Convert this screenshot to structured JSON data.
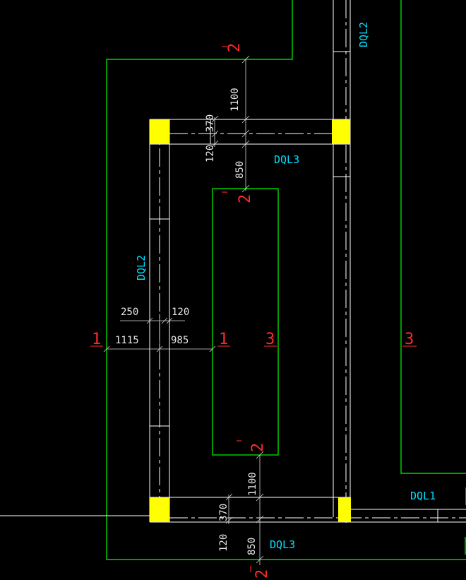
{
  "colors": {
    "background": "#000000",
    "outline": "#00ff00",
    "beam_label": "#00e0ff",
    "column": "#ffff00",
    "section_mark": "#ff2a2a",
    "dimension": "#e6e6e6"
  },
  "beam_labels": {
    "dql2_top": "DQL2",
    "dql2_left": "DQL2",
    "dql3_upper": "DQL3",
    "dql3_lower": "DQL3",
    "dql1": "DQL1"
  },
  "dimensions": {
    "top_1100": "1100",
    "top_370": "370",
    "top_120": "120",
    "top_850": "850",
    "mid_250": "250",
    "mid_120": "120",
    "mid_1115": "1115",
    "mid_985": "985",
    "bot_1100": "1100",
    "bot_370": "370",
    "bot_120": "120",
    "bot_850": "850"
  },
  "section_marks": {
    "s2_top": "2",
    "s2_upper": "2",
    "s2_lower": "2",
    "s2_bottom": "2",
    "s1_left": "1",
    "s1_right": "1",
    "s3_inner": "3",
    "s3_outer": "3"
  }
}
